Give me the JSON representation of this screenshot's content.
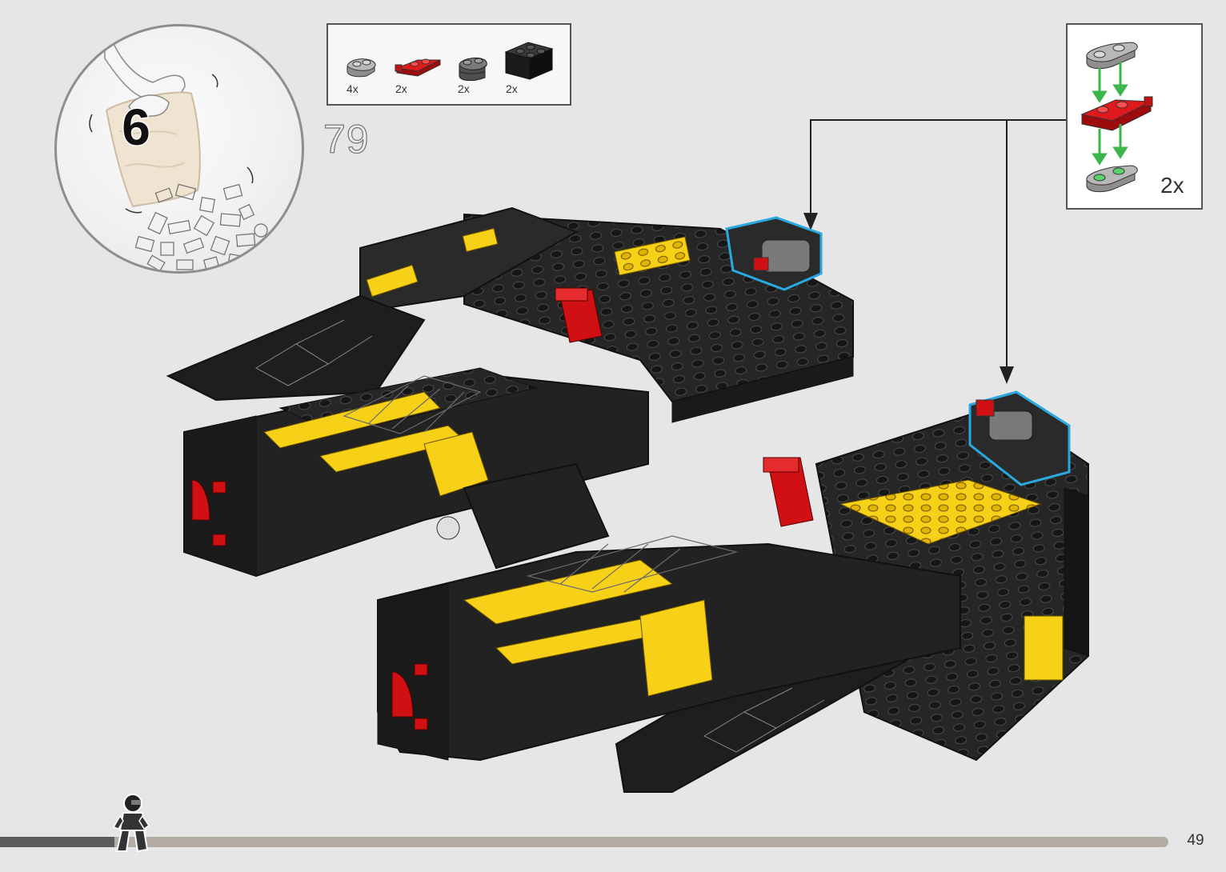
{
  "step": {
    "number": "79"
  },
  "bag": {
    "number": "6"
  },
  "parts_list": [
    {
      "qty": "4x",
      "part": "light-gray-plate-1x2-rounded",
      "color": "#a8a8a8"
    },
    {
      "qty": "2x",
      "part": "red-plate-1x2-with-clip",
      "color": "#d01012"
    },
    {
      "qty": "2x",
      "part": "dark-gray-plate-1x2-rounded",
      "color": "#6b6b6b"
    },
    {
      "qty": "2x",
      "part": "black-brick-2x2",
      "color": "#1b1b1b"
    }
  ],
  "subassembly": {
    "multiplier": "2x"
  },
  "page": {
    "number": "49"
  },
  "progress": {
    "fraction": 0.098
  },
  "colors": {
    "background": "#e6e6e6",
    "model_black": "#1c1c1c",
    "model_yellow": "#f7d117",
    "model_red": "#d01012",
    "highlight_blue": "#29a9e0",
    "arrow_green": "#3cb54a"
  }
}
